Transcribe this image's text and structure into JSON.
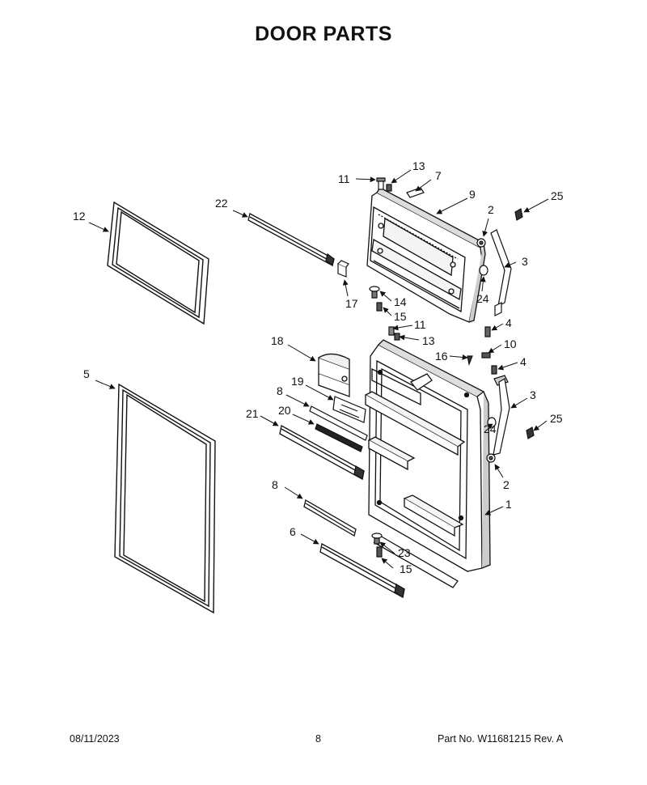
{
  "title": "DOOR PARTS",
  "callouts": {
    "c11a": "11",
    "c13a": "13",
    "c7": "7",
    "c9": "9",
    "c2a": "2",
    "c25a": "25",
    "c3a": "3",
    "c24a": "24",
    "c22": "22",
    "c12": "12",
    "c17": "17",
    "c14": "14",
    "c15a": "15",
    "c4a": "4",
    "c11b": "11",
    "c13b": "13",
    "c10": "10",
    "c16": "16",
    "c4b": "4",
    "c18": "18",
    "c19": "19",
    "c8a": "8",
    "c20": "20",
    "c21": "21",
    "c3b": "3",
    "c24b": "24",
    "c25b": "25",
    "c2b": "2",
    "c5": "5",
    "c1": "1",
    "c8b": "8",
    "c6": "6",
    "c23": "23",
    "c15b": "15"
  },
  "footer": {
    "date": "08/11/2023",
    "page": "8",
    "part_no": "Part No.  W11681215  Rev.  A"
  }
}
